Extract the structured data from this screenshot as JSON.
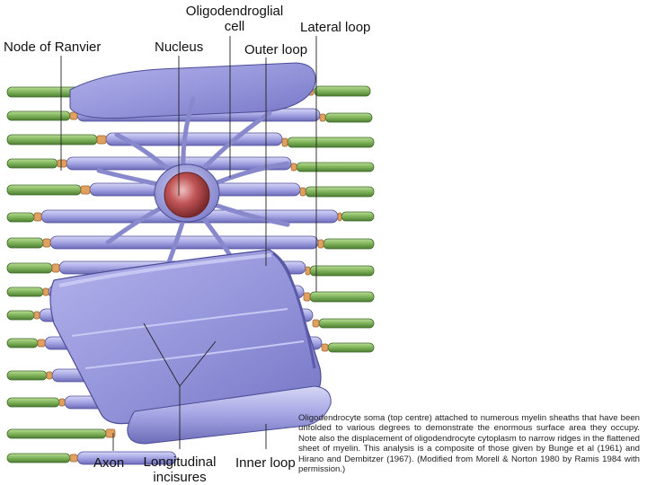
{
  "labels": {
    "oligodendroglial_line1": "Oligodendroglial",
    "oligodendroglial_line2": "cell",
    "lateral_loop": "Lateral loop",
    "node_of_ranvier": "Node of Ranvier",
    "nucleus": "Nucleus",
    "outer_loop": "Outer loop",
    "axon": "Axon",
    "longitudinal_line1": "Longitudinal",
    "longitudinal_line2": "incisures",
    "inner_loop": "Inner loop"
  },
  "caption": "Oligodendrocyte soma (top centre) attached to numerous myelin sheaths that have been unfolded to various degrees to demonstrate the enormous surface area they occupy. Note also the displacement of oligodendrocyte cytoplasm to narrow ridges in the flattened sheet of myelin. This analysis is a composite of those given by Bunge et al (1961) and Hirano and Dembitzer (1967). (Modified from Morell & Norton 1980 by Ramis 1984 with permission.)",
  "colors": {
    "axon_green": "#7fb35a",
    "myelin_lavender": "#9c9ce0",
    "node_orange": "#e0a060",
    "nucleus_red": "#b8484a"
  }
}
